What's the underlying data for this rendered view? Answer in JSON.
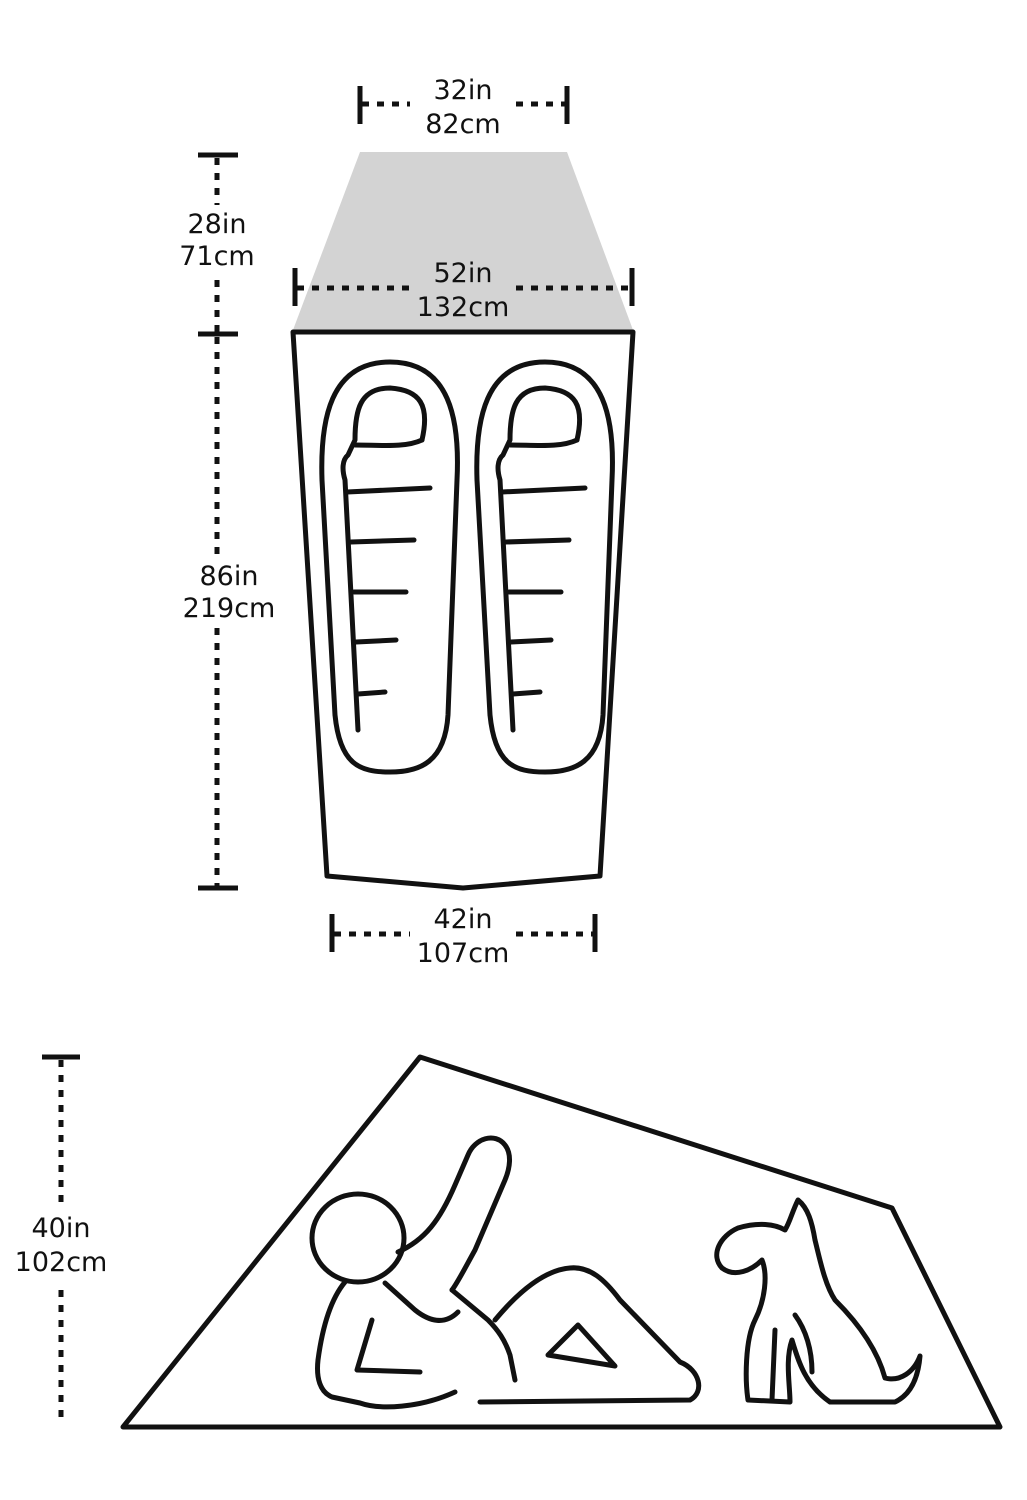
{
  "colors": {
    "ink": "#111111",
    "vestibule_fill": "#d3d3d3",
    "background": "#ffffff"
  },
  "floor_plan": {
    "top_width": {
      "in": "32in",
      "cm": "82cm"
    },
    "vestibule_depth": {
      "in": "28in",
      "cm": "71cm"
    },
    "front_width": {
      "in": "52in",
      "cm": "132cm"
    },
    "length": {
      "in": "86in",
      "cm": "219cm"
    },
    "back_width": {
      "in": "42in",
      "cm": "107cm"
    }
  },
  "side_view": {
    "peak_height": {
      "in": "40in",
      "cm": "102cm"
    }
  },
  "icons": [
    "sleeping-bag-icon",
    "person-icon",
    "dog-icon"
  ]
}
